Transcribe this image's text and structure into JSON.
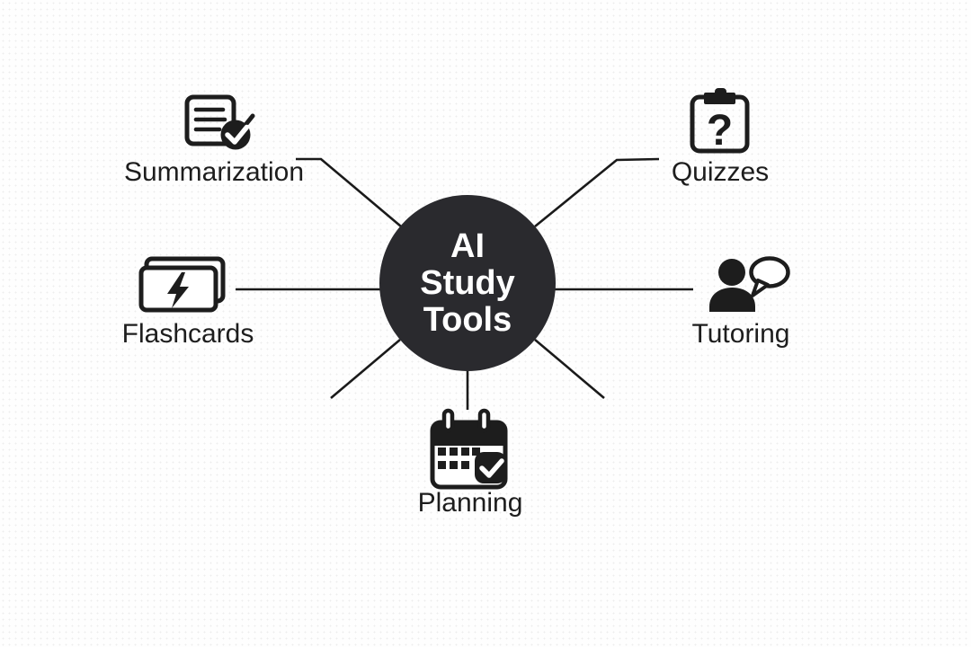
{
  "title": "AI Study Tools mind map",
  "center": {
    "lines": [
      "AI",
      "Study",
      "Tools"
    ],
    "circle_color": "#2a2a2e",
    "text_color": "#ffffff"
  },
  "nodes": [
    {
      "label": "Summarization",
      "icon": "document-check-icon",
      "position": "top-left"
    },
    {
      "label": "Quizzes",
      "icon": "clipboard-question-icon",
      "glyph": "?",
      "position": "top-right"
    },
    {
      "label": "Flashcards",
      "icon": "flashcards-lightning-icon",
      "position": "left"
    },
    {
      "label": "Tutoring",
      "icon": "person-speech-bubble-icon",
      "position": "right"
    },
    {
      "label": "Planning",
      "icon": "calendar-check-icon",
      "position": "bottom"
    }
  ],
  "spokes": [
    {
      "to": "Summarization",
      "direction": "top-left"
    },
    {
      "to": "Quizzes",
      "direction": "top-right"
    },
    {
      "to": "Flashcards",
      "direction": "left"
    },
    {
      "to": "Tutoring",
      "direction": "right"
    },
    {
      "to": "Planning",
      "direction": "bottom"
    },
    {
      "to": "",
      "direction": "bottom-left"
    },
    {
      "to": "",
      "direction": "bottom-right"
    }
  ],
  "colors": {
    "line": "#1a1a1a",
    "ink": "#1d1d1d",
    "background": "#fefefe"
  }
}
